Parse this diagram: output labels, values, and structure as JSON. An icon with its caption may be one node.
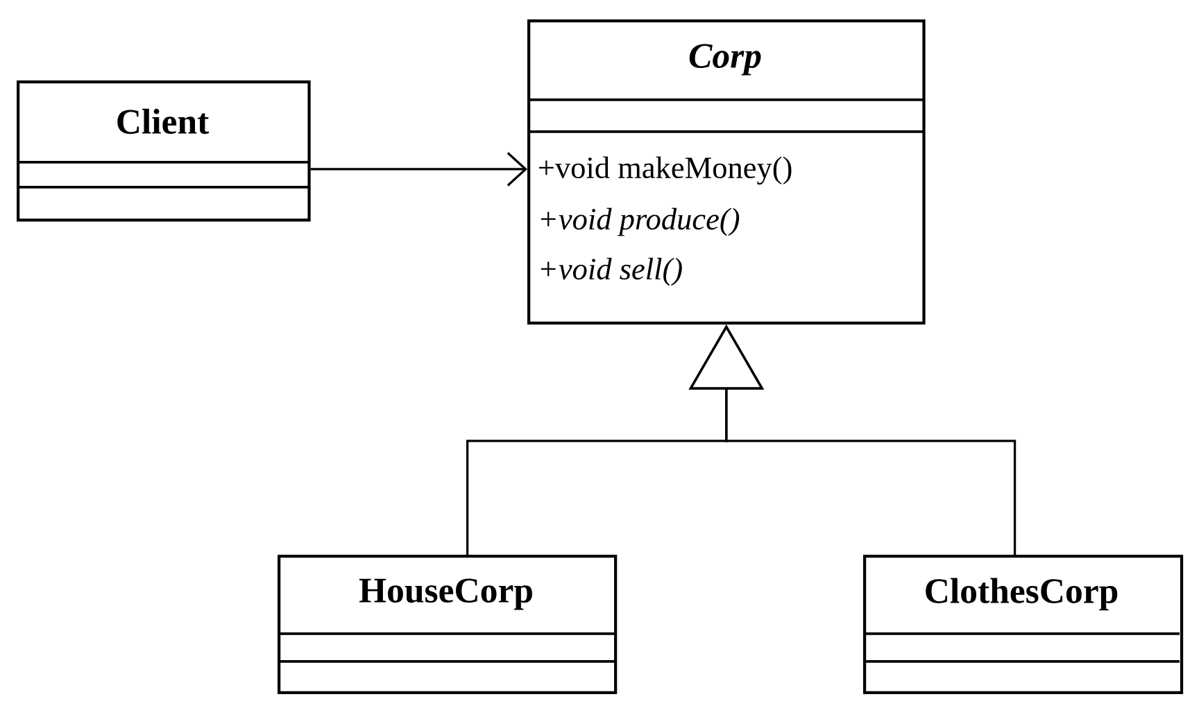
{
  "diagram": {
    "nodes": [
      {
        "text": [
          "Client"
        ]
      },
      {
        "text": [
          "Corp",
          "+void makeMoney()",
          "+void produce()",
          "+void sell()"
        ]
      },
      {
        "text": [
          "HouseCorp"
        ]
      },
      {
        "text": [
          "ClothesCorp"
        ]
      }
    ],
    "edges": [
      {
        "from": 0,
        "to": 1,
        "arrow": "to"
      },
      {
        "from": 2,
        "to": 1,
        "arrow": "to"
      },
      {
        "from": 3,
        "to": 1,
        "arrow": "to"
      }
    ]
  }
}
